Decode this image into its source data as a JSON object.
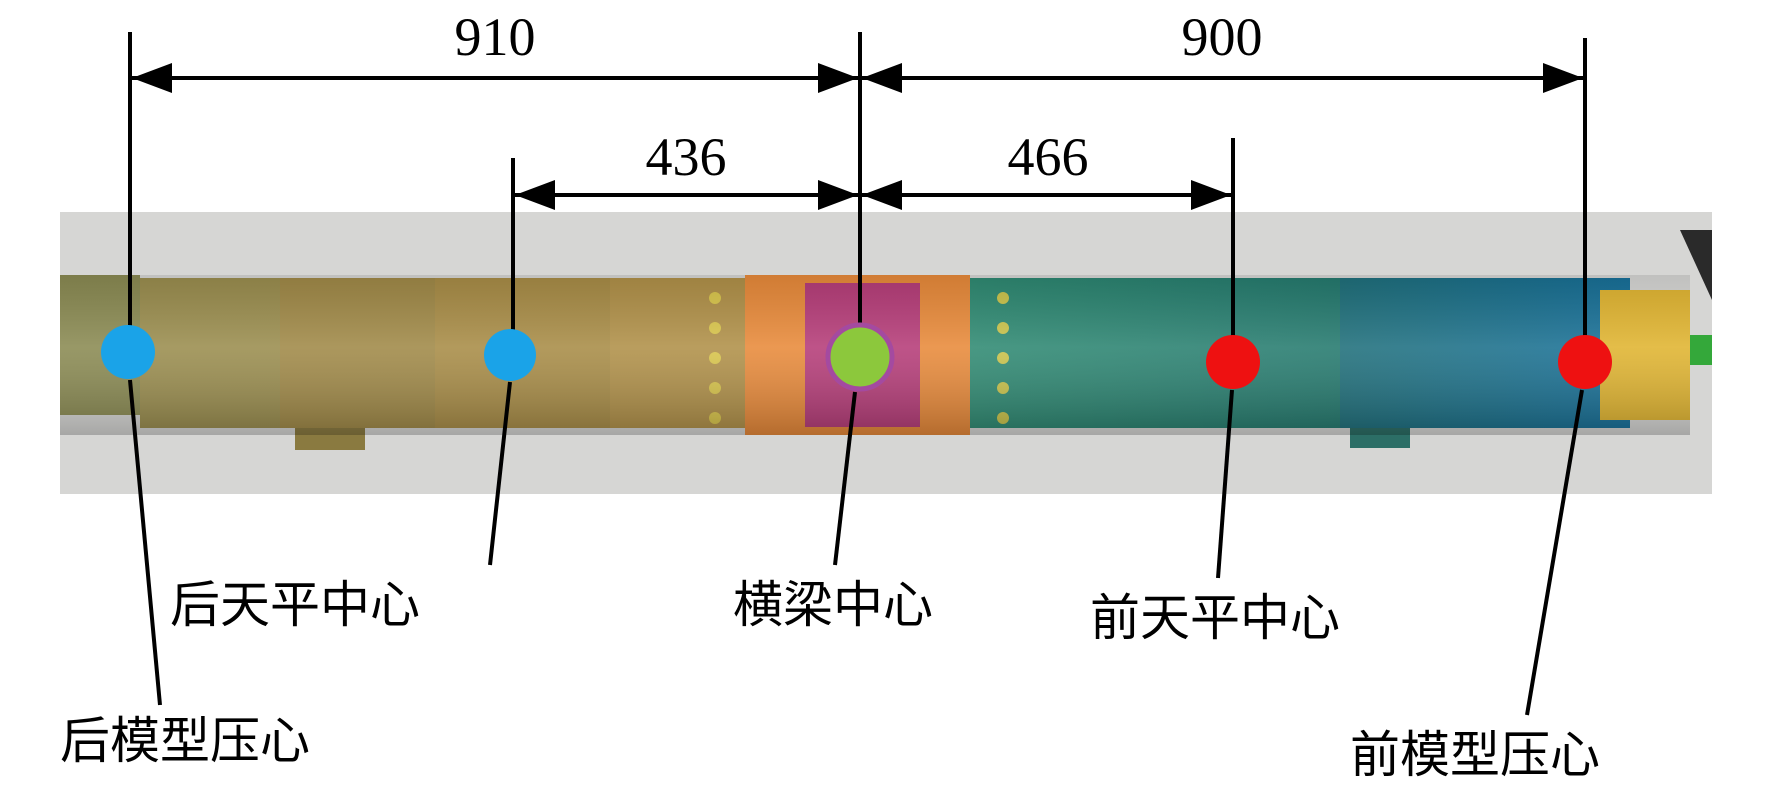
{
  "dimensions": {
    "rear_model_to_beam": "910",
    "beam_to_front_model": "900",
    "rear_balance_to_beam": "436",
    "beam_to_front_balance": "466"
  },
  "labels": {
    "rear_model_cp": "后模型压心",
    "rear_balance_center": "后天平中心",
    "beam_center": "横梁中心",
    "front_balance_center": "前天平中心",
    "front_model_cp": "前模型压心"
  },
  "colors": {
    "rear_marker": "#1aa3e8",
    "beam_marker": "#8cc83c",
    "front_marker": "#ee1111",
    "line": "#000000"
  }
}
